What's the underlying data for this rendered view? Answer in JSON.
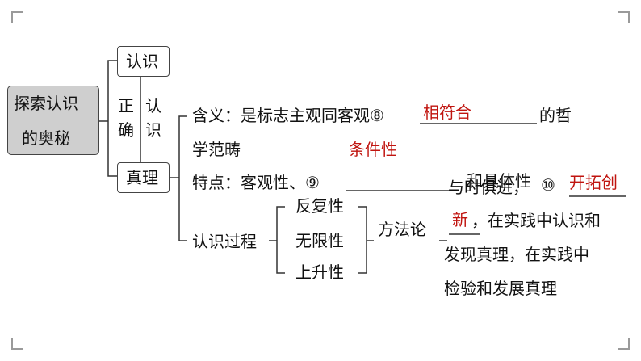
{
  "root": {
    "line1": "探索认识",
    "line2": "的奥秘"
  },
  "renshi_box": "认识",
  "zhenli_box": "真理",
  "zheng_que": {
    "char1": "正",
    "char2": "确"
  },
  "ren_shi_v": {
    "char1": "认",
    "char2": "识"
  },
  "meaning": {
    "label": "含义：是标志主观同客观⑧",
    "answer": "相符合",
    "tail": "的哲",
    "line2": "学范畴"
  },
  "features": {
    "label": "特点：客观性、⑨",
    "answer9": "条件性",
    "overlap": "与时俱进，",
    "overlap2": "和具体性",
    "num10": "⑩",
    "answer10": "开拓创"
  },
  "process": {
    "label": "认识过程",
    "items": [
      "反复性",
      "无限性",
      "上升性"
    ],
    "method": "方法论",
    "answer10_cont": "新",
    "desc1": "，在实践中认识和",
    "desc2": "发现真理，在实践中",
    "desc3": "检验和发展真理"
  }
}
